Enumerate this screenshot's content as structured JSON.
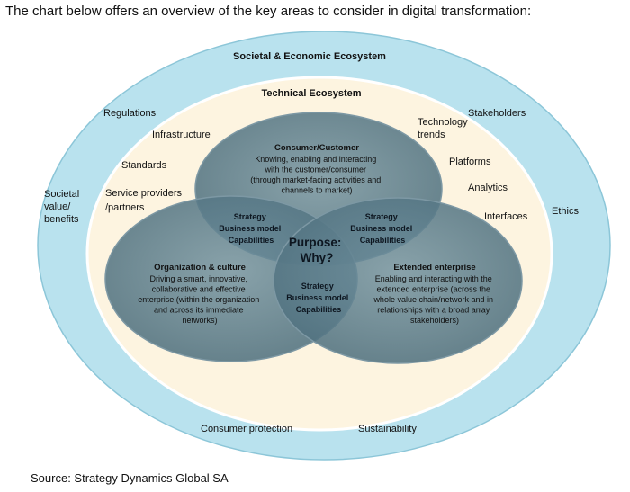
{
  "heading": "The chart below offers an overview of the key areas to consider in digital transformation:",
  "footer": "Source: Strategy Dynamics Global SA",
  "outer_ring": {
    "title": "Societal & Economic Ecosystem",
    "color": "#b9e2ee",
    "labels": {
      "regulations": "Regulations",
      "stakeholders": "Stakeholders",
      "societal_value": [
        "Societal",
        "value/",
        "benefits"
      ],
      "ethics": "Ethics",
      "consumer_protection": "Consumer protection",
      "sustainability": "Sustainability"
    }
  },
  "inner_ring": {
    "title": "Technical Ecosystem",
    "color": "#fdf4e0",
    "labels": {
      "infrastructure": "Infrastructure",
      "technology_trends": [
        "Technology",
        "trends"
      ],
      "standards": "Standards",
      "platforms": "Platforms",
      "service_providers": [
        "Service providers",
        "/partners"
      ],
      "analytics": "Analytics",
      "interfaces": "Interfaces"
    }
  },
  "venn": {
    "color": "#5e7f8d",
    "consumer": {
      "title": "Consumer/Customer",
      "lines": [
        "Knowing, enabling and interacting",
        "with the customer/consumer",
        "(through market-facing activities and",
        "channels to market)"
      ]
    },
    "organization": {
      "title": "Organization & culture",
      "lines": [
        "Driving a smart, innovative,",
        "collaborative and effective",
        "enterprise (within the organization",
        "and across its immediate",
        "networks)"
      ]
    },
    "extended": {
      "title": "Extended enterprise",
      "lines": [
        "Enabling and interacting with the",
        "extended enterprise (across the",
        "whole value chain/network and in",
        "relationships with a broad array",
        "stakeholders)"
      ]
    },
    "strategy_block": [
      "Strategy",
      "Business model",
      "Capabilities"
    ],
    "purpose": [
      "Purpose:",
      "Why?"
    ]
  }
}
